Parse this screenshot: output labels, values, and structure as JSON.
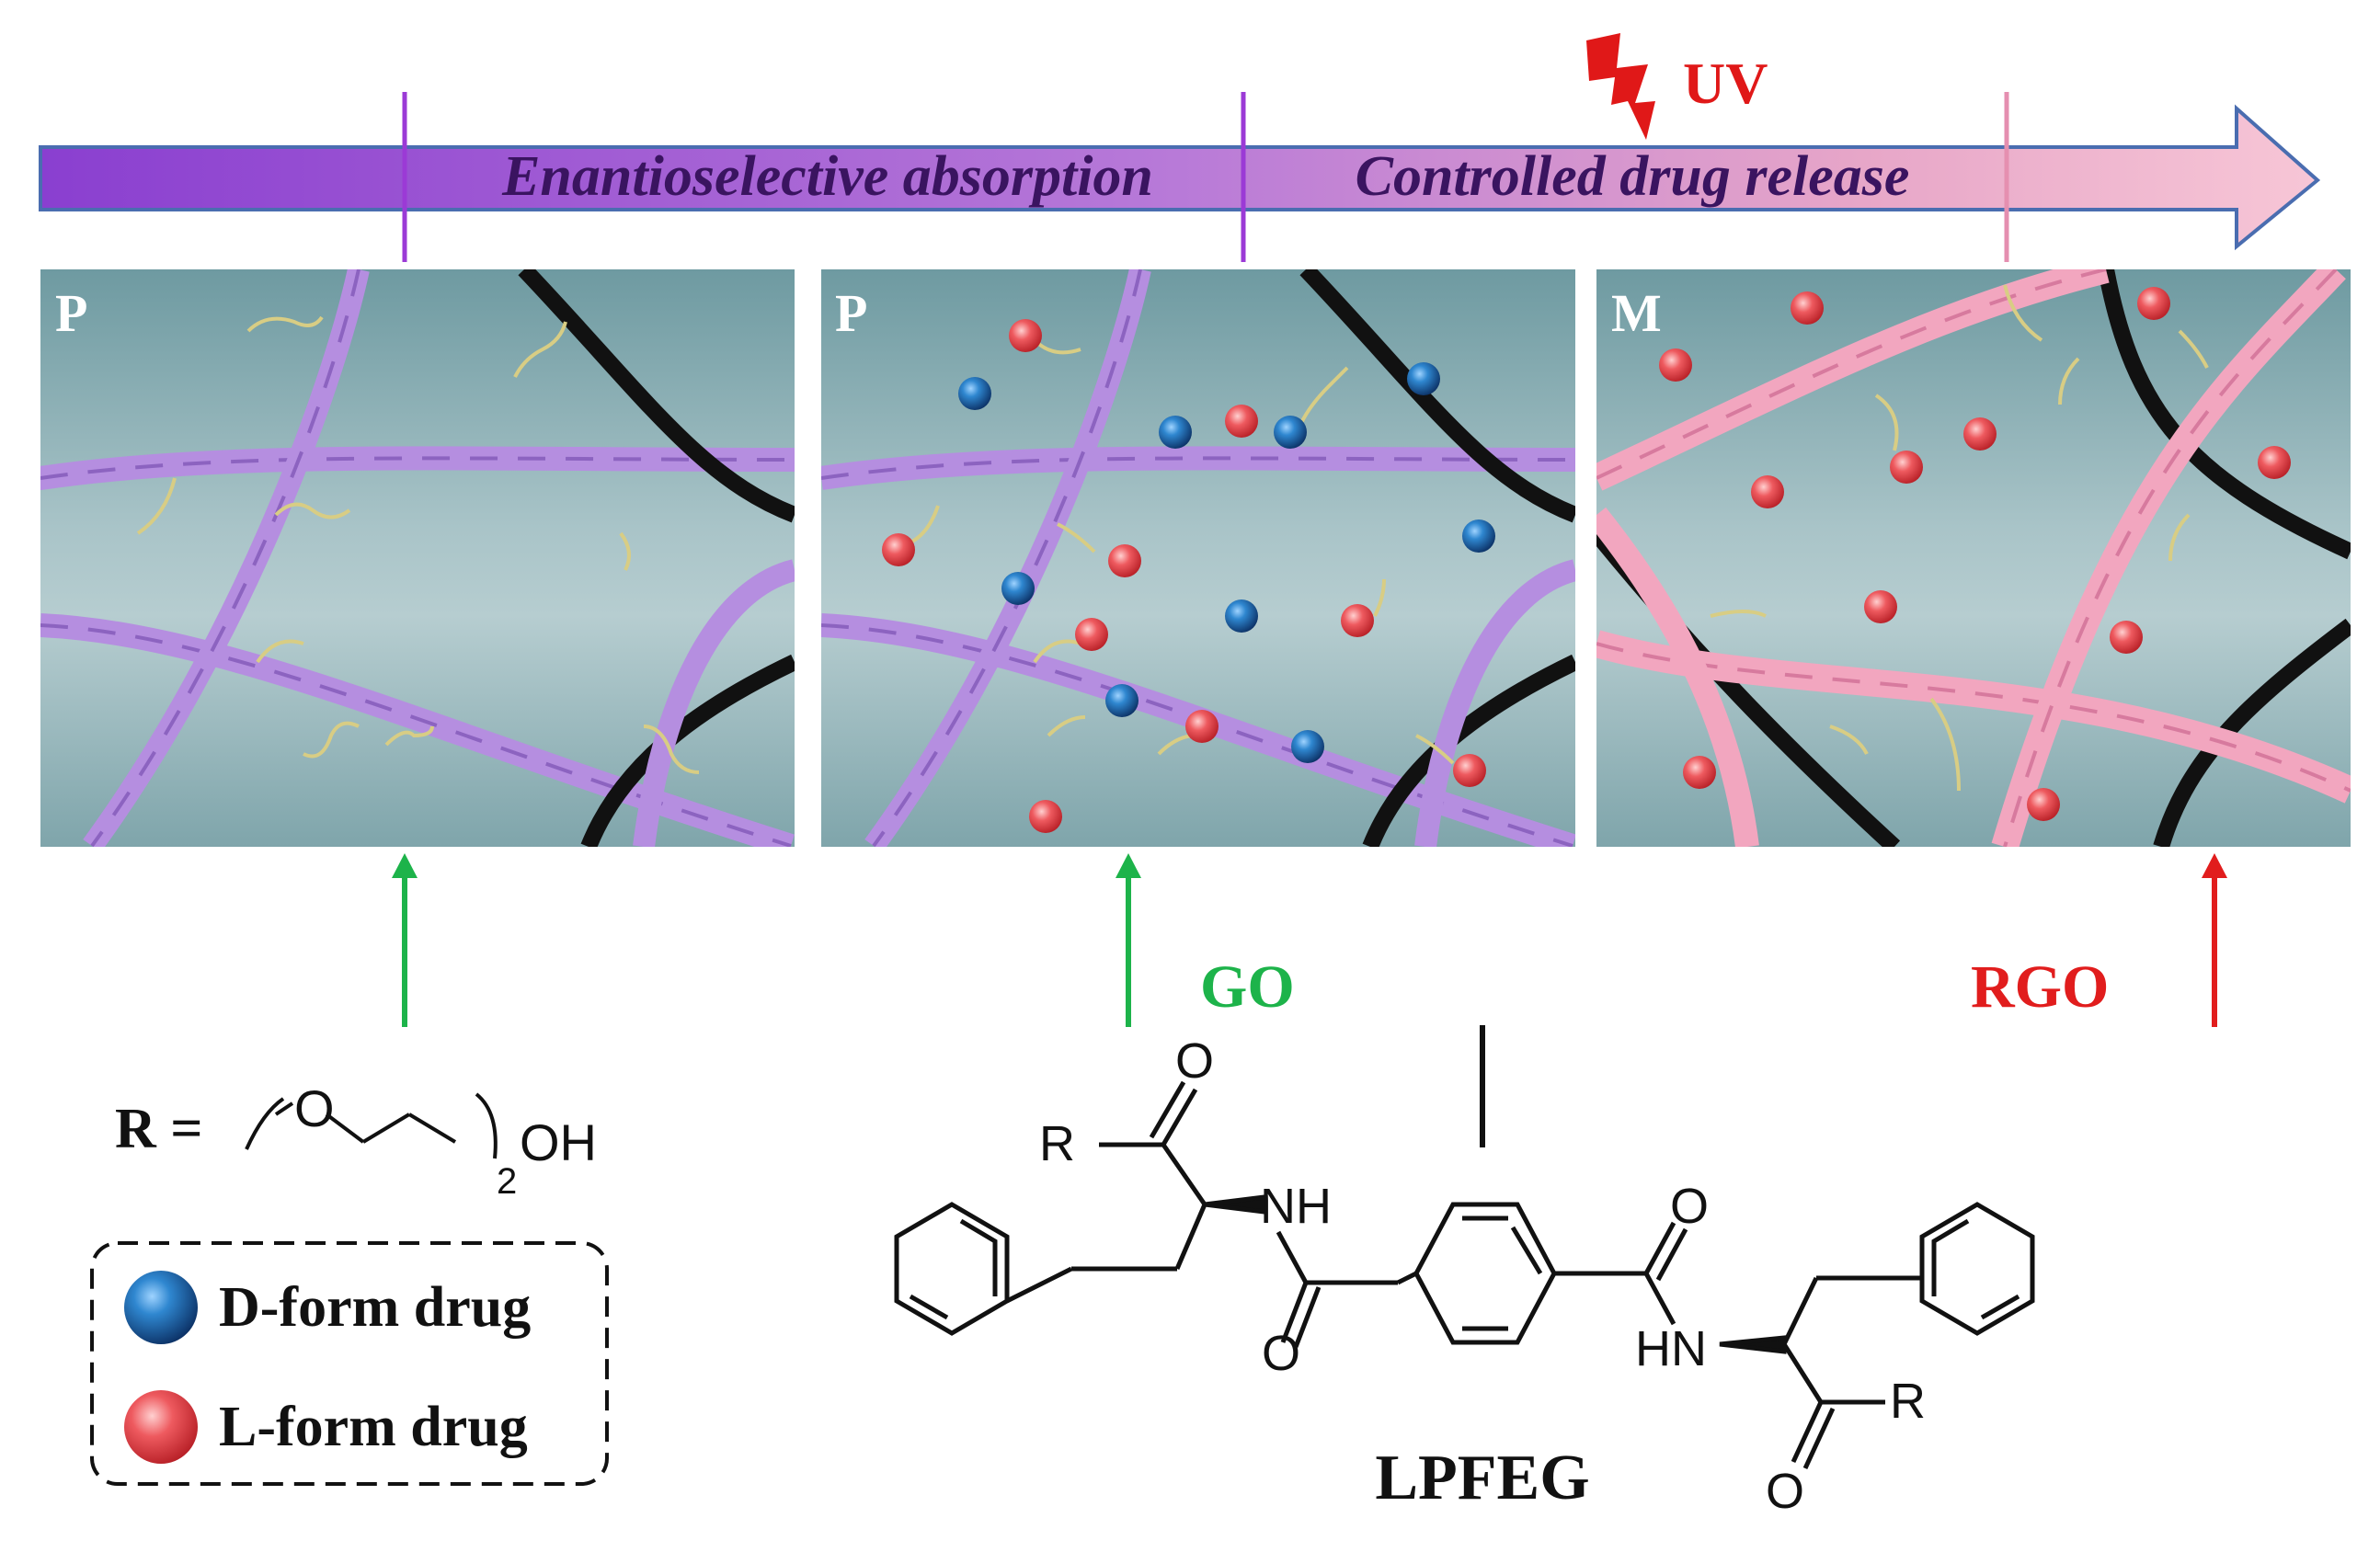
{
  "timeline": {
    "stage1": "Enantioselective absorption",
    "stage2": "Controlled drug release",
    "trigger": "UV",
    "colors": {
      "start": "#8a3fd0",
      "end": "#f4b6c8",
      "trigger": "#e01818"
    }
  },
  "panels": [
    {
      "tag": "P",
      "fiber_color": "#b58ee0"
    },
    {
      "tag": "P",
      "fiber_color": "#b58ee0"
    },
    {
      "tag": "M",
      "fiber_color": "#f2a6bf"
    }
  ],
  "arrows": {
    "go_label": "GO",
    "rgo_label": "RGO",
    "colors": {
      "go": "#1db34a",
      "rgo": "#e11d1d"
    }
  },
  "structure": {
    "r_def_prefix": "R =",
    "r_def_o": "O",
    "r_def_sub": "2",
    "r_def_oh": "OH",
    "atom_o": "O",
    "atom_r": "R",
    "atom_nh": "NH",
    "atom_hn": "HN",
    "name": "LPFEG"
  },
  "legend": {
    "d_label": "D-form drug",
    "l_label": "L-form drug",
    "colors": {
      "d": "#1b6bb0",
      "l": "#e5474c"
    }
  }
}
